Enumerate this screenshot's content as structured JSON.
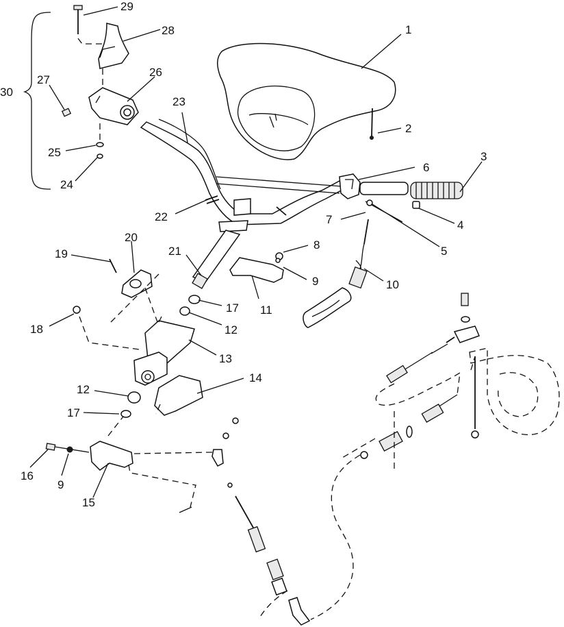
{
  "diagram": {
    "callouts": [
      "1",
      "2",
      "3",
      "4",
      "5",
      "6",
      "7",
      "8",
      "9",
      "10",
      "11",
      "12",
      "13",
      "14",
      "15",
      "16",
      "17",
      "18",
      "19",
      "20",
      "21",
      "22",
      "23",
      "24",
      "25",
      "26",
      "27",
      "28",
      "29",
      "30",
      "17",
      "12",
      "9"
    ]
  }
}
